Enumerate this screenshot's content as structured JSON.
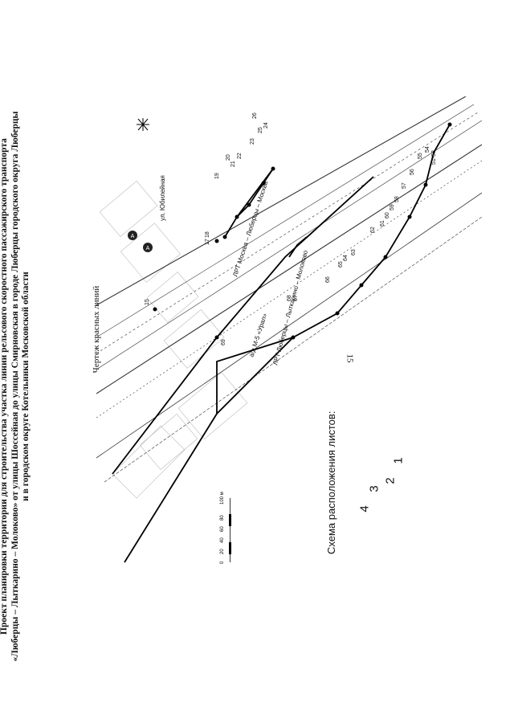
{
  "page_number": "15",
  "title_lines": [
    "Проект планировки территории для строительства участка линии рельсового скоростного пассажирского транспорта",
    "«Люберцы – Лыткарино – Молоково» от улицы Шоссейная до улицы Смирновская в городе Люберцы городского округа Люберцы",
    "и в городском округе Котельники Московской области"
  ],
  "subtitle": "Чертеж красных линий",
  "map": {
    "street_label": "ул. Юбилейная",
    "highway_label": "а/д М-5 «Урал»",
    "rail_label_1": "ЛРТ Москва – Люберцы – Москва",
    "rail_label_2": "ЛРТ Люберцы – Лыткарино – Молоково",
    "point_labels": [
      "15",
      "17",
      "18",
      "19",
      "20",
      "21",
      "22",
      "23",
      "24",
      "25",
      "26",
      "51-53",
      "54",
      "55",
      "56",
      "57",
      "58",
      "59",
      "60",
      "61",
      "62",
      "63",
      "64",
      "65",
      "66",
      "67",
      "68",
      "69"
    ],
    "marker_letter": "А",
    "scale_ticks": [
      "0",
      "20",
      "40",
      "60",
      "80",
      "100 м"
    ]
  },
  "scheme": {
    "title": "Схема расположения листов:",
    "sheets": [
      "4",
      "3",
      "2",
      "1"
    ]
  }
}
